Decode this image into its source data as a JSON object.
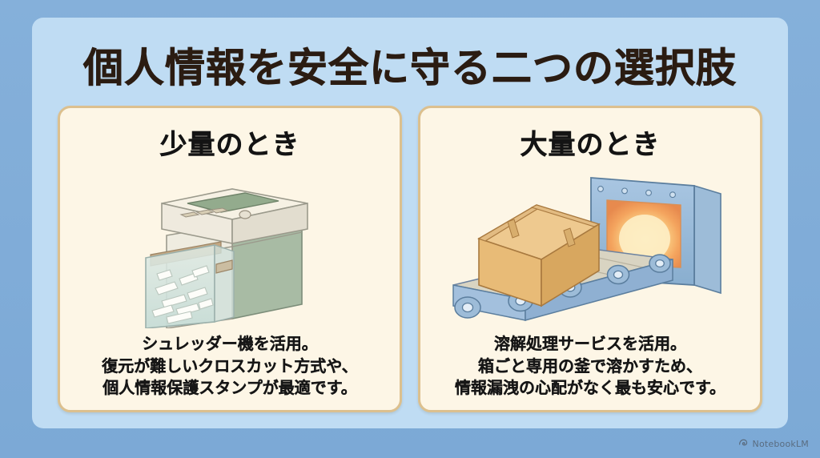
{
  "slide": {
    "title": "個人情報を安全に守る二つの選択肢",
    "background_color": "#7eabd7",
    "panel_color": "#bfdcf3",
    "card_fill_color": "#fdf6e6",
    "card_border_color": "#dcc08e",
    "title_color": "#2b1c12"
  },
  "cards": [
    {
      "heading": "少量のとき",
      "illustration": "paper-shredder-icon",
      "caption_lines": [
        "シュレッダー機を活用。",
        "復元が難しいクロスカット方式や、",
        "個人情報保護スタンプが最適です。"
      ]
    },
    {
      "heading": "大量のとき",
      "illustration": "conveyor-furnace-icon",
      "caption_lines": [
        "溶解処理サービスを活用。",
        "箱ごと専用の釜で溶かすため、",
        "情報漏洩の心配がなく最も安心です。"
      ]
    }
  ],
  "watermark": {
    "icon": "notebooklm-logo-icon",
    "label": "NotebookLM"
  }
}
